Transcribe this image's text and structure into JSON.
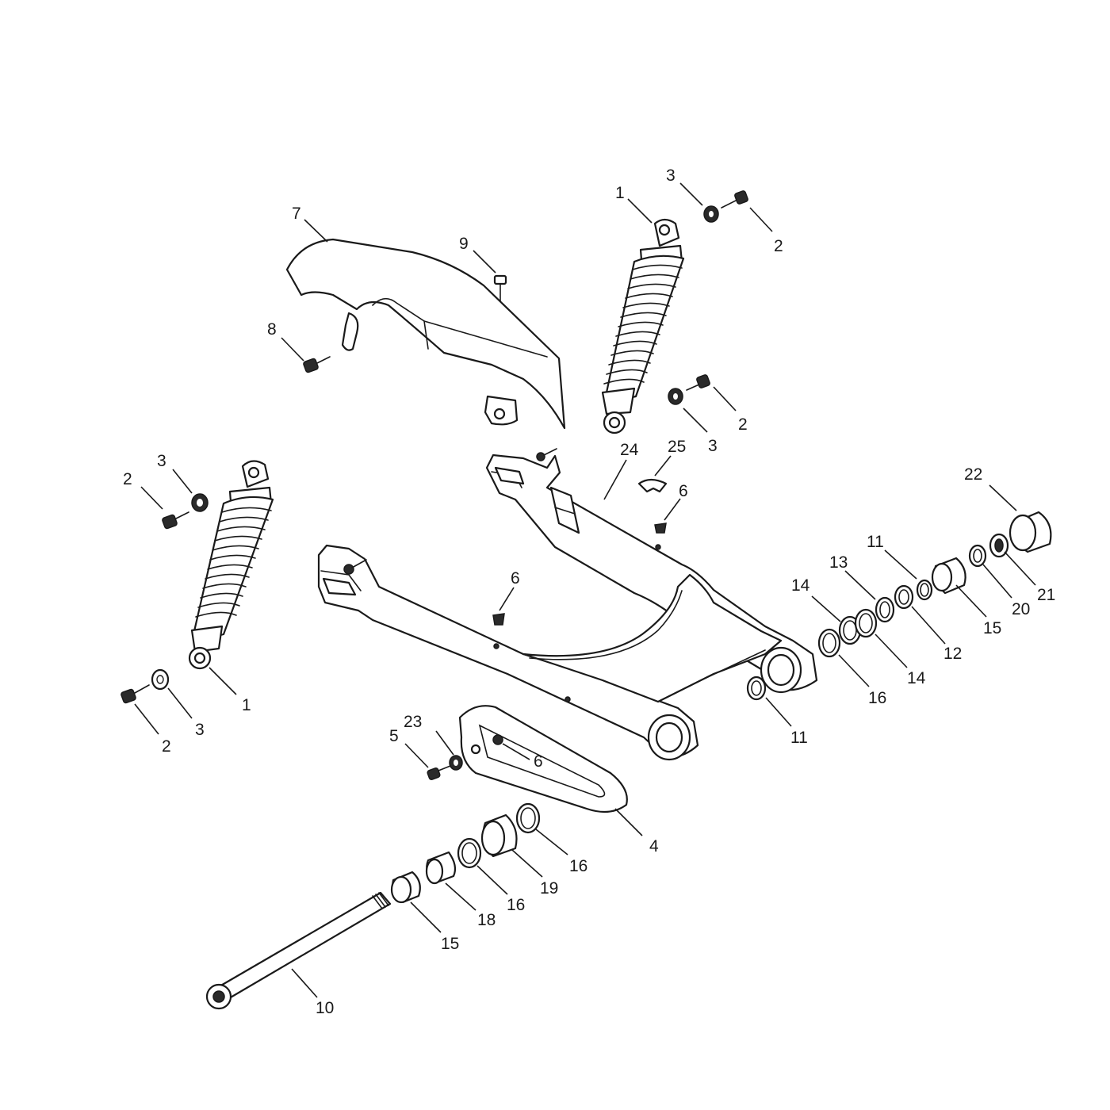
{
  "diagram": {
    "colors": {
      "ink": "#1a1a1a",
      "paper": "#ffffff"
    },
    "callouts": [
      {
        "key": "c7",
        "label": "7"
      },
      {
        "key": "c9",
        "label": "9"
      },
      {
        "key": "c8",
        "label": "8"
      },
      {
        "key": "c1a",
        "label": "1"
      },
      {
        "key": "c3a",
        "label": "3"
      },
      {
        "key": "c2a",
        "label": "2"
      },
      {
        "key": "c2b",
        "label": "2"
      },
      {
        "key": "c3b",
        "label": "3"
      },
      {
        "key": "c24",
        "label": "24"
      },
      {
        "key": "c25",
        "label": "25"
      },
      {
        "key": "c6a",
        "label": "6"
      },
      {
        "key": "c3c",
        "label": "3"
      },
      {
        "key": "c2c",
        "label": "2"
      },
      {
        "key": "c6b",
        "label": "6"
      },
      {
        "key": "c22",
        "label": "22"
      },
      {
        "key": "c11a",
        "label": "11"
      },
      {
        "key": "c13",
        "label": "13"
      },
      {
        "key": "c14a",
        "label": "14"
      },
      {
        "key": "c21",
        "label": "21"
      },
      {
        "key": "c20",
        "label": "20"
      },
      {
        "key": "c15a",
        "label": "15"
      },
      {
        "key": "c12",
        "label": "12"
      },
      {
        "key": "c14b",
        "label": "14"
      },
      {
        "key": "c16a",
        "label": "16"
      },
      {
        "key": "c11b",
        "label": "11"
      },
      {
        "key": "c1b",
        "label": "1"
      },
      {
        "key": "c3d",
        "label": "3"
      },
      {
        "key": "c2d",
        "label": "2"
      },
      {
        "key": "c23",
        "label": "23"
      },
      {
        "key": "c5",
        "label": "5"
      },
      {
        "key": "c6c",
        "label": "6"
      },
      {
        "key": "c4",
        "label": "4"
      },
      {
        "key": "c16b",
        "label": "16"
      },
      {
        "key": "c19",
        "label": "19"
      },
      {
        "key": "c16c",
        "label": "16"
      },
      {
        "key": "c18",
        "label": "18"
      },
      {
        "key": "c15b",
        "label": "15"
      },
      {
        "key": "c10",
        "label": "10"
      }
    ]
  }
}
